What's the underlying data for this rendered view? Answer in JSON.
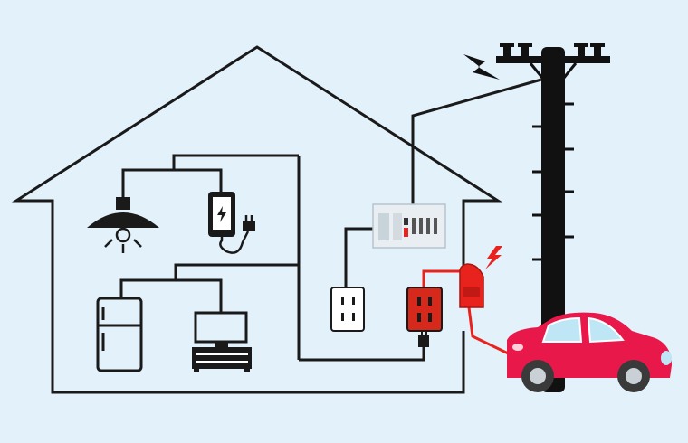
{
  "diagram": {
    "background_color": "#e3f1fb",
    "wire_color": "#1a1a1a",
    "house_outline_color": "#1a1a1a",
    "pole_color": "#111111",
    "red_wire_color": "#e8231e",
    "outlet_red_color": "#d7281c",
    "car_color": "#e8184a",
    "car_window_color": "#bfe6f5",
    "panel_color": "#e8eef2",
    "spark_color": "#e8231e",
    "elements": [
      {
        "name": "ceiling-lamp-icon"
      },
      {
        "name": "smartphone-charger-icon"
      },
      {
        "name": "refrigerator-icon"
      },
      {
        "name": "television-icon"
      },
      {
        "name": "distribution-panel"
      },
      {
        "name": "standard-outlet"
      },
      {
        "name": "ev-outlet"
      },
      {
        "name": "ev-connector"
      },
      {
        "name": "electric-car"
      },
      {
        "name": "utility-pole"
      },
      {
        "name": "lightning-icon"
      },
      {
        "name": "spark-icon"
      }
    ]
  }
}
